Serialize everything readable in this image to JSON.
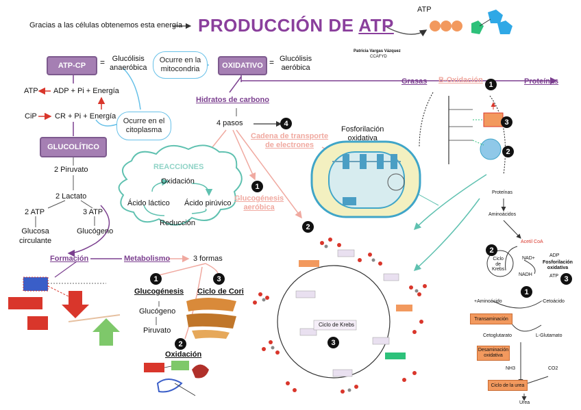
{
  "header": {
    "intro": "Gracias a las células obtenemos esta energía",
    "title_prefix": "PRODUCCIÓN DE ",
    "title_atp": "ATP",
    "author_name": "Patricia Vargas Vázquez",
    "author_group": "CCAFYD",
    "atp_label": "ATP"
  },
  "systems": {
    "atp_cp": "ATP-CP",
    "atp_cp_desc_1": "Glucólisis",
    "atp_cp_desc_2": "anaeróbica",
    "oxidativo": "OXIDATIVO",
    "oxidativo_desc_1": "Glucólisis",
    "oxidativo_desc_2": "aeróbica",
    "glucolitico": "GLUCOLÍTICO",
    "equals": "="
  },
  "bubbles": {
    "mitocondria_1": "Ocurre en la",
    "mitocondria_2": "mitocondria",
    "citoplasma_1": "Ocurre en el",
    "citoplasma_2": "citoplasma"
  },
  "reactions": {
    "atp_line_left": "ATP",
    "atp_line_right": "ADP + Pi + Energía",
    "cip_line_left": "CiP",
    "cip_line_right": "CR + Pi + Energía",
    "piruvato": "2 Piruvato",
    "lactato": "2 Lactato",
    "atp2": "2 ATP",
    "atp3": "3 ATP",
    "glucosa_1": "Glucosa",
    "glucosa_2": "circulante",
    "glucogeno": "Glucógeno"
  },
  "cloud": {
    "title": "REACCIONES",
    "oxidacion": "Oxidación",
    "lactico": "Ácido láctico",
    "piruvico": "Ácido pirúvico",
    "reduccion": "Reducción"
  },
  "paths": {
    "hidratos": "Hidratos de carbono",
    "pasos": "4 pasos",
    "grasas": "Grasas",
    "beta": "B-Oxidación",
    "proteinas": "Proteínas",
    "cadena_1": "Cadena de transporte",
    "cadena_2": "de electrones",
    "glucogenesis_1": "Glucogénesis",
    "glucogenesis_2": "aeróbica",
    "fosforilacion_1": "Fosforilación",
    "fosforilacion_2": "oxidativa",
    "formacion": "Formación",
    "metabolismo": "Metabolismo",
    "formas": "3 formas"
  },
  "lower": {
    "glucogenesis": "Glucogénesis",
    "glucogeno": "Glucógeno",
    "piruvato": "Piruvato",
    "ciclo_cori": "Ciclo de Cori",
    "oxidacion": "Oxidación",
    "ciclo_krebs": "Ciclo de Krebs"
  },
  "protein_path": {
    "proteinas": "Proteínas",
    "aminoacidos": "Aminoácidos",
    "acetil": "Acetil CoA",
    "ciclo_1": "Ciclo",
    "ciclo_2": "de",
    "ciclo_3": "Krebs",
    "nadh": "NADH",
    "nad": "NAD+",
    "adp": "ADP",
    "fosf_1": "Fosforilación",
    "fosf_2": "oxidativa",
    "atp": "ATP",
    "aminoacido": "+Aminoácido",
    "cetoacido": "-Cetoácido",
    "transaminacion": "Transaminación",
    "cetoglutarato": "Cetoglutarato",
    "glutamato": "L-Glutamato",
    "desaminacion_1": "Desaminación",
    "desaminacion_2": "oxidativa",
    "nh3": "NH3",
    "co2": "CO2",
    "ciclo_urea": "Ciclo de la urea",
    "urea": "Urea"
  },
  "badges": [
    "1",
    "2",
    "3",
    "4"
  ],
  "colors": {
    "purple": "#7b3f8f",
    "purple_box": "#a57fb3",
    "pink": "#f0a9a0",
    "teal": "#5fc1b0",
    "blue": "#66c0e8",
    "red": "#d9362b",
    "orange": "#f2995e"
  }
}
